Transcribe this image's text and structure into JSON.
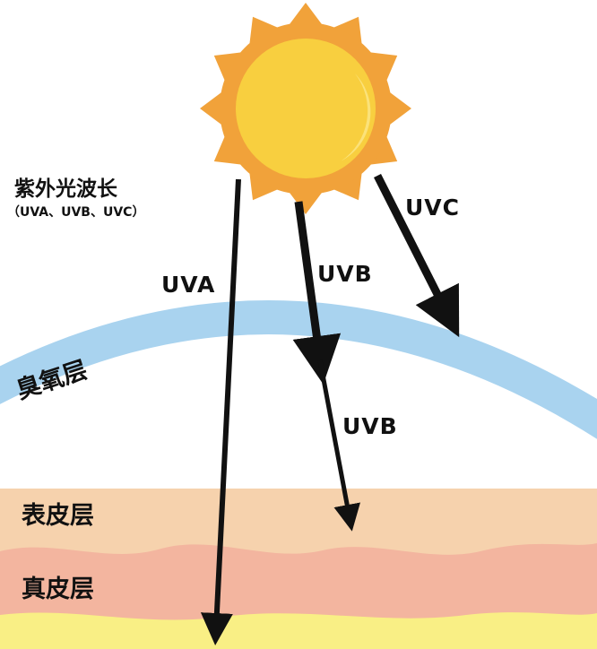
{
  "title": {
    "line1": "紫外光波长",
    "line2": "（UVA、UVB、UVC）"
  },
  "rays": {
    "uva": "UVA",
    "uvb": "UVB",
    "uvb_lower": "UVB",
    "uvc": "UVC"
  },
  "layers": {
    "ozone": "臭氧层",
    "epidermis": "表皮层",
    "dermis": "真皮层"
  },
  "colors": {
    "background": "#ffffff",
    "sun_rays": "#f1a23a",
    "sun_core": "#f8cf3f",
    "sun_highlight": "#fbe27a",
    "ozone": "#a9d3ef",
    "epidermis": "#f6d2ad",
    "dermis": "#f3b59f",
    "subcutis": "#f9ef85",
    "arrow": "#111111"
  }
}
